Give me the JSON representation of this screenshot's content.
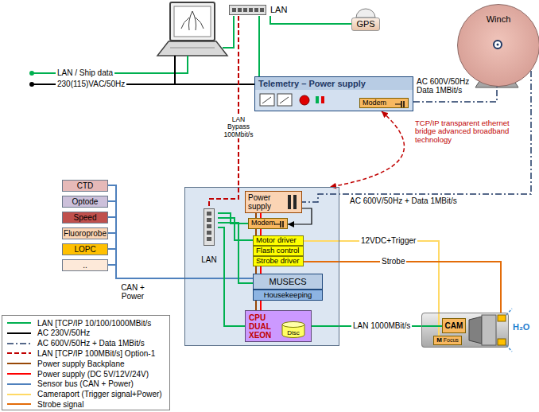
{
  "diagram": {
    "nodes": [
      {
        "text": [
          "LAN"
        ]
      },
      {
        "text": [
          "GPS"
        ]
      },
      {
        "text": [
          "Winch"
        ]
      },
      {
        "text": [
          "Telemetry – Power supply"
        ]
      },
      {
        "text": [
          "Modem"
        ],
        "in": 3
      },
      {
        "text": [
          "CTD"
        ]
      },
      {
        "text": [
          "Optode"
        ]
      },
      {
        "text": [
          "Speed"
        ]
      },
      {
        "text": [
          "Fluoroprobe"
        ]
      },
      {
        "text": [
          "LOPC"
        ]
      },
      {
        "text": [
          ".."
        ]
      },
      {
        "text": []
      },
      {
        "text": [
          "LAN"
        ],
        "in": 11
      },
      {
        "text": [
          "Power supply"
        ],
        "in": 11
      },
      {
        "text": [
          "Modem"
        ],
        "in": 11
      },
      {
        "text": [
          "Motor driver"
        ],
        "in": 11
      },
      {
        "text": [
          "Flash control"
        ],
        "in": 11
      },
      {
        "text": [
          "Strobe driver"
        ],
        "in": 11
      },
      {
        "text": [
          "MUSECS"
        ],
        "in": 11
      },
      {
        "text": [
          "Housekeeping"
        ],
        "in": 11
      },
      {
        "text": [
          "CPU DUAL XEON"
        ],
        "in": 11
      },
      {
        "text": [
          "Disc"
        ],
        "in": 20
      },
      {
        "text": []
      },
      {
        "text": [
          "CAM"
        ],
        "in": 22
      },
      {
        "text": [
          "M",
          "Focus"
        ],
        "in": 22
      }
    ],
    "edges": [
      {
        "from": 0,
        "to": 1,
        "arrow": "none"
      },
      {
        "from": 0,
        "to": 3,
        "arrow": "none"
      },
      {
        "from": 3,
        "to": 2,
        "label": "AC 600V/50Hz Data 1MBit/s",
        "arrow": "none"
      },
      {
        "from": 2,
        "to": 13,
        "label": "AC 600V/50Hz + Data 1MBit/s",
        "arrow": "none"
      },
      {
        "from": 3,
        "to": 11,
        "label": "TCP/IP transparent ethernet bridge advanced broadband technology",
        "arrow": "both"
      },
      {
        "from": 0,
        "to": 12,
        "label": "LAN Bypass 100Mbit/s",
        "arrow": "none"
      },
      {
        "from": 5,
        "to": 18,
        "arrow": "none"
      },
      {
        "from": 6,
        "to": 18,
        "arrow": "none"
      },
      {
        "from": 7,
        "to": 18,
        "arrow": "none"
      },
      {
        "from": 8,
        "to": 18,
        "arrow": "none"
      },
      {
        "from": 9,
        "to": 18,
        "arrow": "none"
      },
      {
        "from": 10,
        "to": 18,
        "arrow": "none"
      },
      {
        "from": 12,
        "to": 14,
        "arrow": "none"
      },
      {
        "from": 12,
        "to": 15,
        "arrow": "none"
      },
      {
        "from": 12,
        "to": 18,
        "arrow": "none"
      },
      {
        "from": 12,
        "to": 20,
        "arrow": "none"
      },
      {
        "from": 15,
        "to": 24,
        "label": "12VDC+Trigger",
        "arrow": "none"
      },
      {
        "from": 17,
        "to": 22,
        "label": "Strobe",
        "arrow": "none"
      },
      {
        "from": 20,
        "to": 23,
        "label": "LAN 1000MBit/s",
        "arrow": "none"
      },
      {
        "from": 13,
        "to": 14,
        "arrow": "to"
      }
    ],
    "labels": [
      "LAN / Ship data",
      "230(115)VAC/50Hz",
      "CAN + Power",
      "H₂O"
    ],
    "legend": [
      {
        "text": "LAN [TCP/IP 10/100/1000MBit/s"
      },
      {
        "text": "AC 230V/50Hz"
      },
      {
        "text": "AC 600V/50Hz + Data 1MBit/s"
      },
      {
        "text": "LAN [TCP/IP 100MBit/s] Option-1"
      },
      {
        "text": "Power supply Backplane"
      },
      {
        "text": "Power supply (DC 5V/12V/24V)"
      },
      {
        "text": "Sensor bus (CAN + Power)"
      },
      {
        "text": "Cameraport (Trigger signal+Power)"
      },
      {
        "text": "Strobe signal"
      }
    ]
  }
}
